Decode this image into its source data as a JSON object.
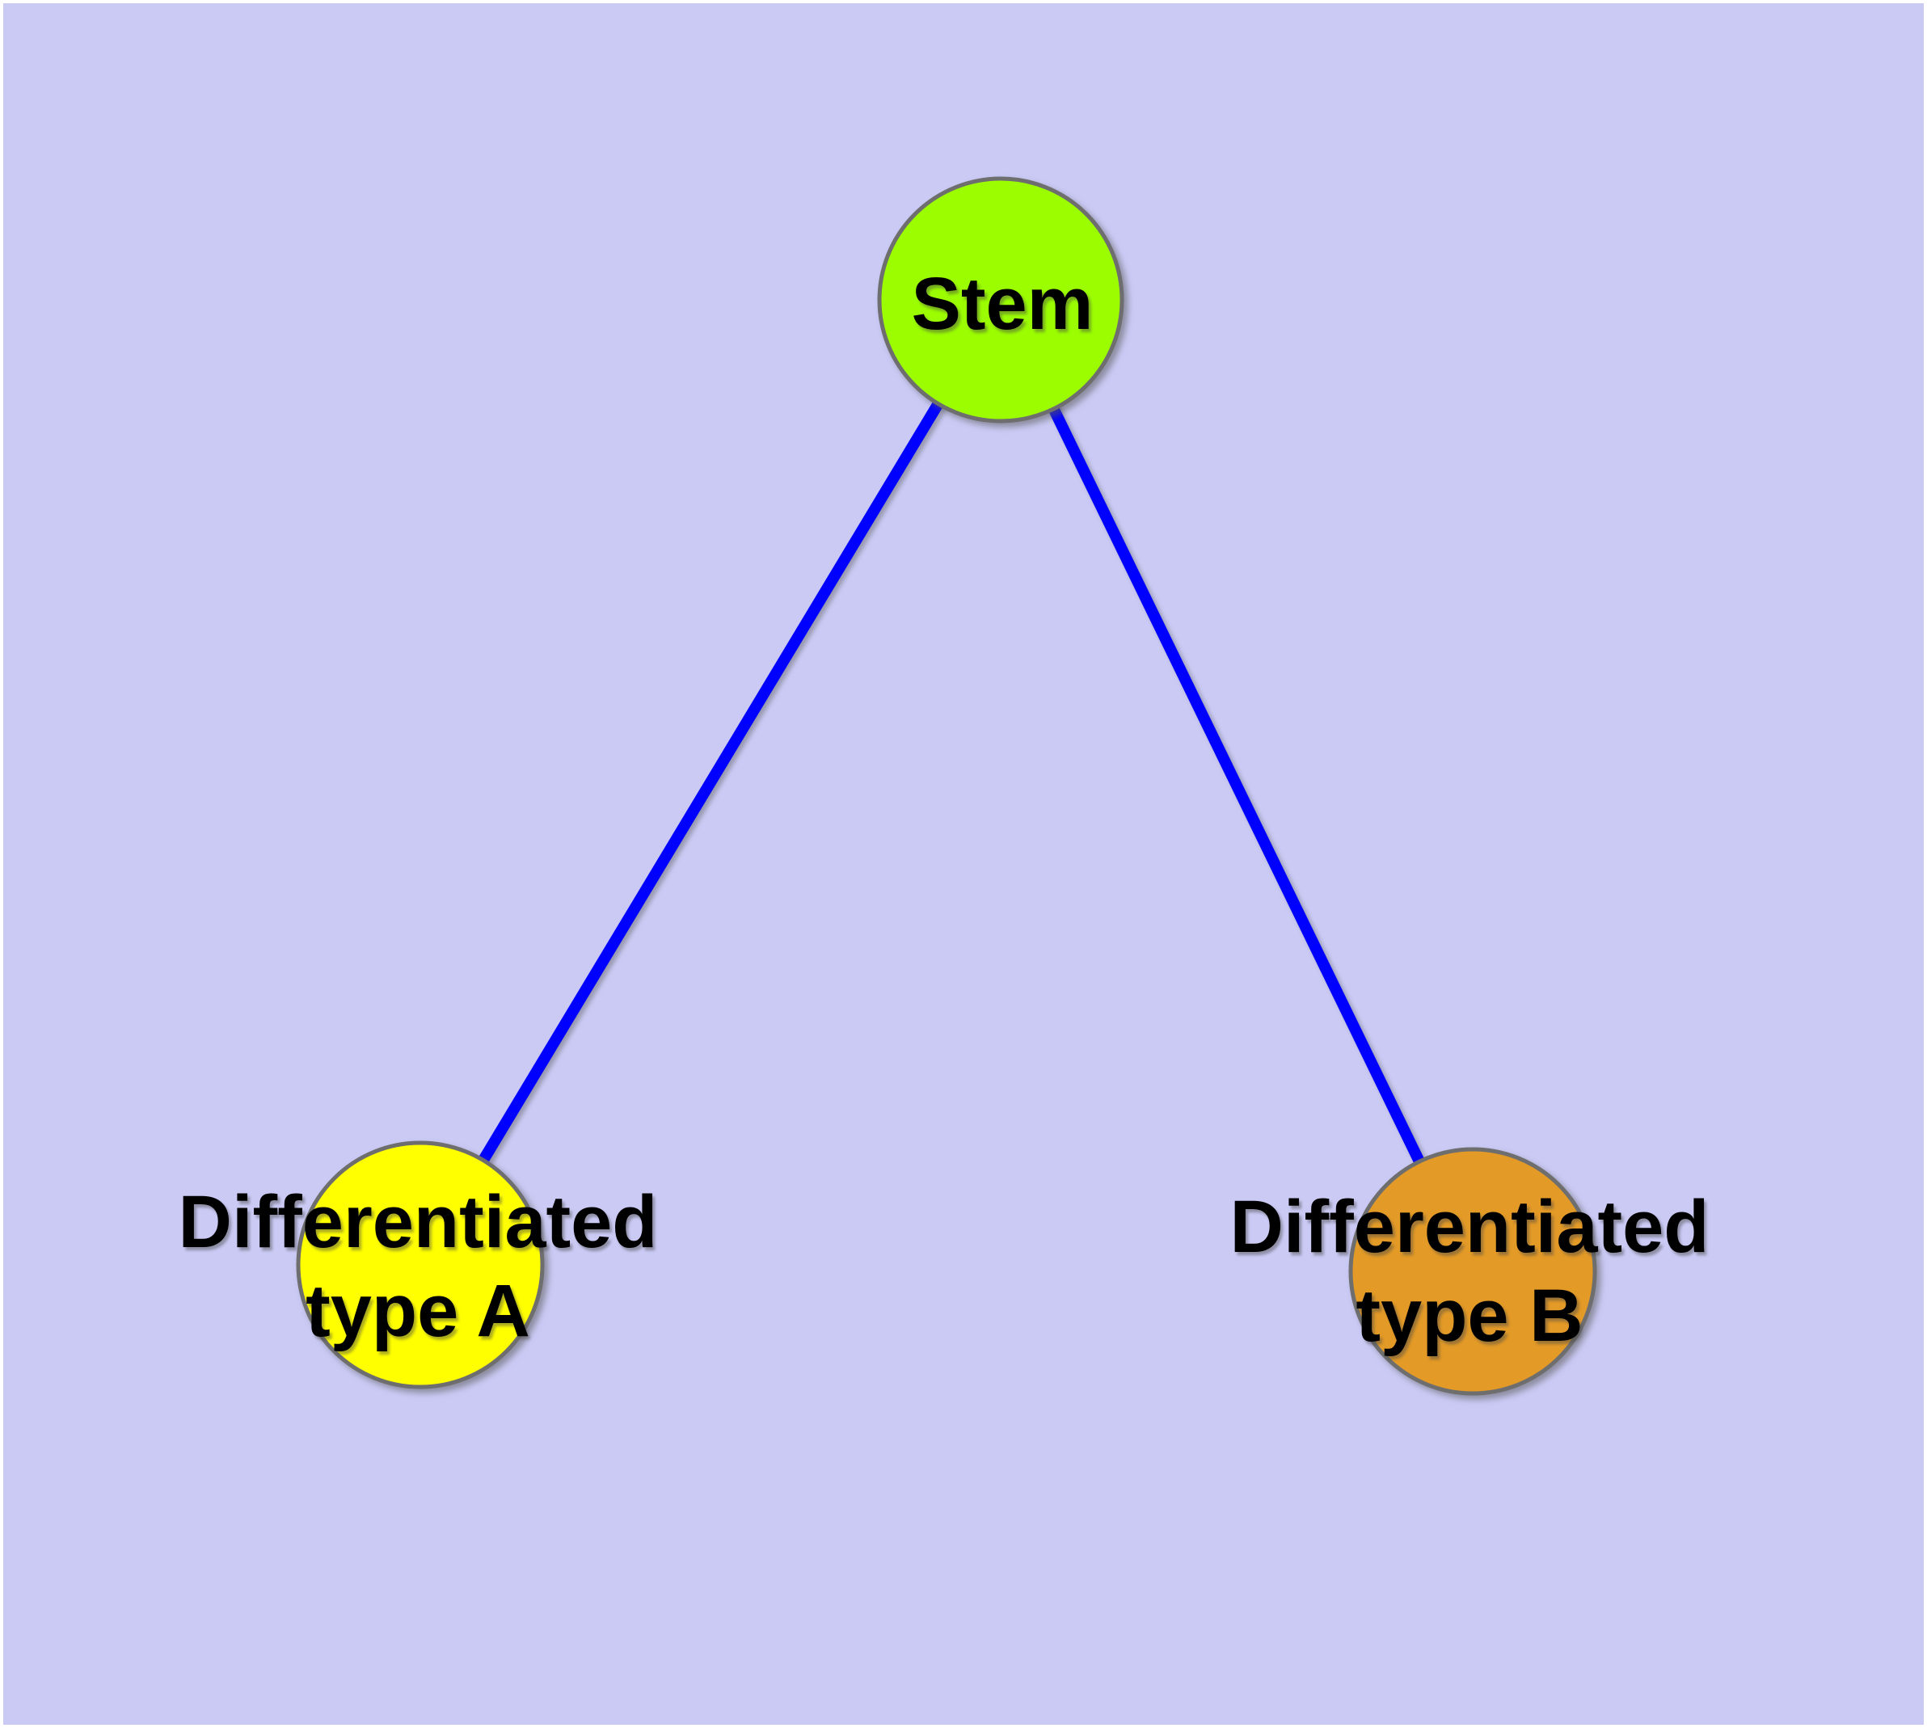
{
  "diagram": {
    "type": "node-link-graph",
    "background_color": "#cacaf5",
    "edge_color": "#0000ff",
    "node_border_color": "#6e6e6e",
    "label_color": "#000000",
    "nodes": [
      {
        "id": "stem",
        "label": "Stem",
        "color": "#9bfd00"
      },
      {
        "id": "diff-a",
        "label_line1": "Differentiated",
        "label_line2": "type A",
        "label": "Differentiated type A",
        "color": "#ffff00"
      },
      {
        "id": "diff-b",
        "label_line1": "Differentiated",
        "label_line2": "type B",
        "label": "Differentiated type B",
        "color": "#e39a27"
      }
    ],
    "edges": [
      {
        "from": "Stem",
        "to": "Differentiated type A"
      },
      {
        "from": "Stem",
        "to": "Differentiated type B"
      }
    ]
  }
}
